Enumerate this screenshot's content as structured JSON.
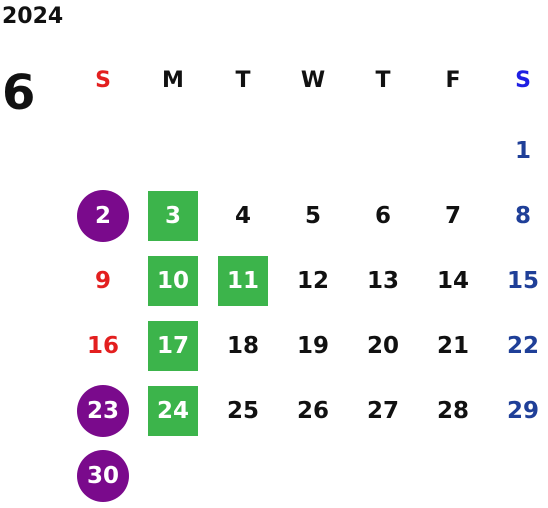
{
  "calendar": {
    "year": "2024",
    "month": "6",
    "weekdays": [
      "S",
      "M",
      "T",
      "W",
      "T",
      "F",
      "S"
    ],
    "days": [
      {
        "n": "",
        "dow": 0
      },
      {
        "n": "",
        "dow": 1
      },
      {
        "n": "",
        "dow": 2
      },
      {
        "n": "",
        "dow": 3
      },
      {
        "n": "",
        "dow": 4
      },
      {
        "n": "",
        "dow": 5
      },
      {
        "n": "1",
        "dow": 6
      },
      {
        "n": "2",
        "dow": 0,
        "style": "holiday"
      },
      {
        "n": "3",
        "dow": 1,
        "style": "green"
      },
      {
        "n": "4",
        "dow": 2
      },
      {
        "n": "5",
        "dow": 3
      },
      {
        "n": "6",
        "dow": 4
      },
      {
        "n": "7",
        "dow": 5
      },
      {
        "n": "8",
        "dow": 6
      },
      {
        "n": "9",
        "dow": 0
      },
      {
        "n": "10",
        "dow": 1,
        "style": "green"
      },
      {
        "n": "11",
        "dow": 2,
        "style": "green"
      },
      {
        "n": "12",
        "dow": 3
      },
      {
        "n": "13",
        "dow": 4
      },
      {
        "n": "14",
        "dow": 5
      },
      {
        "n": "15",
        "dow": 6
      },
      {
        "n": "16",
        "dow": 0
      },
      {
        "n": "17",
        "dow": 1,
        "style": "green"
      },
      {
        "n": "18",
        "dow": 2
      },
      {
        "n": "19",
        "dow": 3
      },
      {
        "n": "20",
        "dow": 4
      },
      {
        "n": "21",
        "dow": 5
      },
      {
        "n": "22",
        "dow": 6
      },
      {
        "n": "23",
        "dow": 0,
        "style": "holiday"
      },
      {
        "n": "24",
        "dow": 1,
        "style": "green"
      },
      {
        "n": "25",
        "dow": 2
      },
      {
        "n": "26",
        "dow": 3
      },
      {
        "n": "27",
        "dow": 4
      },
      {
        "n": "28",
        "dow": 5
      },
      {
        "n": "29",
        "dow": 6
      },
      {
        "n": "30",
        "dow": 0,
        "style": "holiday"
      }
    ]
  },
  "colors": {
    "sunday": "#e31f1f",
    "saturday": "#1f3f98",
    "saturday_header": "#1f1fe3",
    "holiday_circle": "#7a0a8c",
    "green_highlight": "#3cb44b",
    "text": "#111111"
  }
}
